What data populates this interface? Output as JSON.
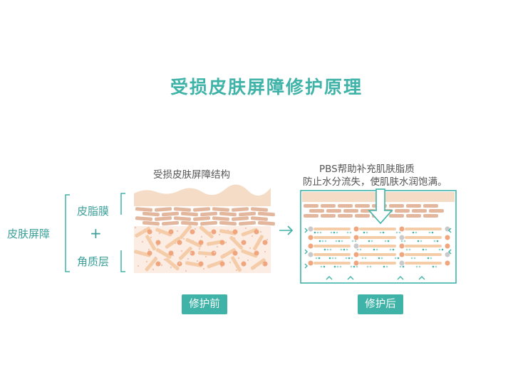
{
  "title": "受损皮肤屏障修护原理",
  "left_panel": {
    "caption": "受损皮肤屏障结构",
    "badge": "修护前"
  },
  "right_panel": {
    "caption_line1": "PBS帮助补充肌肤脂质",
    "caption_line2": "防止水分流失，使肌肤水润饱满。",
    "badge": "修护后"
  },
  "legend": {
    "barrier": "皮肤屏障",
    "sebum": "皮脂膜",
    "plus": "+",
    "stratum": "角质层"
  },
  "colors": {
    "accent": "#3fb3a8",
    "skin": "#f3d9c2",
    "brick": "#e3b79d",
    "cell": "#f0a57d",
    "dot": "#f2c6b0"
  }
}
